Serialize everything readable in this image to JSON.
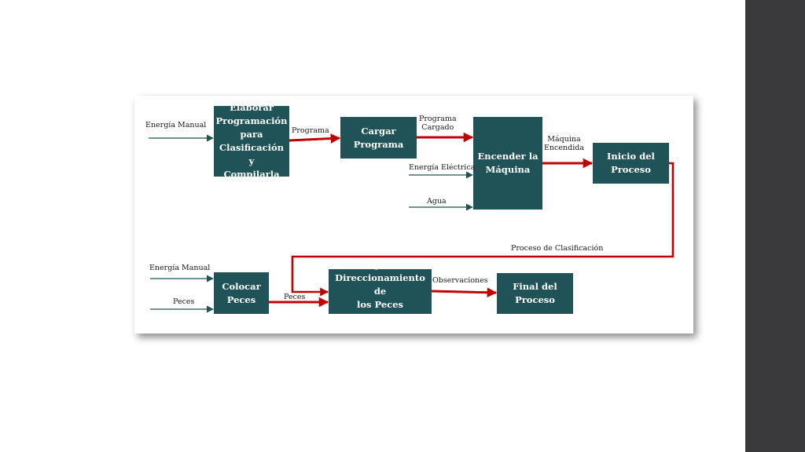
{
  "colors": {
    "box_fill": "#1f5357",
    "main_flow": "#c00000",
    "input_arrow": "#1f5357",
    "sidebar": "#3a3a3c"
  },
  "boxes": {
    "elaborar": "Elaborar\nProgramación\npara\nClasificación y\nCompilarla",
    "cargar": "Cargar\nPrograma",
    "encender": "Encender la\nMáquina",
    "inicio": "Inicio del\nProceso",
    "colocar": "Colocar\nPeces",
    "comprobar": "Comprobar\nDireccionamiento de\nlos Peces Ingresados",
    "final": "Final del\nProceso"
  },
  "labels": {
    "energia_manual_1": "Energía Manual",
    "programa": "Programa",
    "programa_cargado": "Programa\nCargado",
    "energia_electrica": "Energía Eléctrica",
    "agua": "Agua",
    "maquina_encendida": "Máquina\nEncendida",
    "proceso_clasificacion": "Proceso de  Clasificación",
    "energia_manual_2": "Energía Manual",
    "peces_in": "Peces",
    "peces_flow": "Peces",
    "observaciones": "Observaciones"
  }
}
